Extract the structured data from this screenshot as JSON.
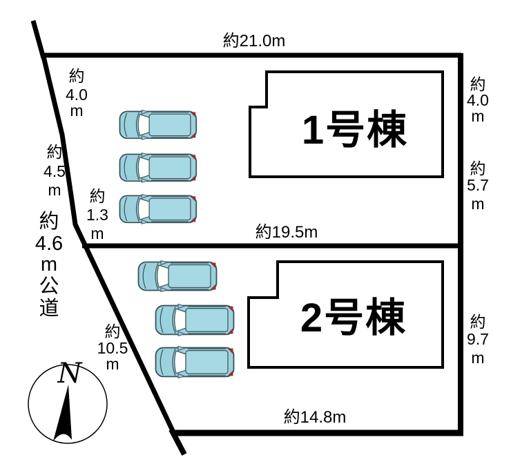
{
  "diagram": {
    "buildings": [
      {
        "label": "1号棟"
      },
      {
        "label": "2号棟"
      }
    ],
    "dimensions": {
      "top": "約21.0m",
      "middle": "約19.5m",
      "bottom": "約14.8m",
      "left_upper": [
        "約",
        "4.0",
        "m"
      ],
      "left_middle": [
        "約",
        "4.5",
        "m"
      ],
      "left_small": [
        "約",
        "1.3",
        "m"
      ],
      "left_lower": [
        "約",
        "10.5",
        "m"
      ],
      "right_upper": [
        "約",
        "4.0",
        "m"
      ],
      "right_middle": [
        "約",
        "5.7",
        "m"
      ],
      "right_lower": [
        "約",
        "9.7",
        "m"
      ]
    },
    "road": {
      "label_chars": [
        "約",
        "4.6",
        "m",
        "公",
        "道"
      ]
    },
    "compass": {
      "north_label": "N"
    },
    "cars": {
      "count": 6,
      "body_color": "#9bd2de",
      "roof_color": "#a6d9e3",
      "taillight_color": "#8b3434",
      "outline_color": "#3b4f57"
    },
    "colors": {
      "boundary_line": "#000000",
      "background": "#ffffff"
    }
  }
}
